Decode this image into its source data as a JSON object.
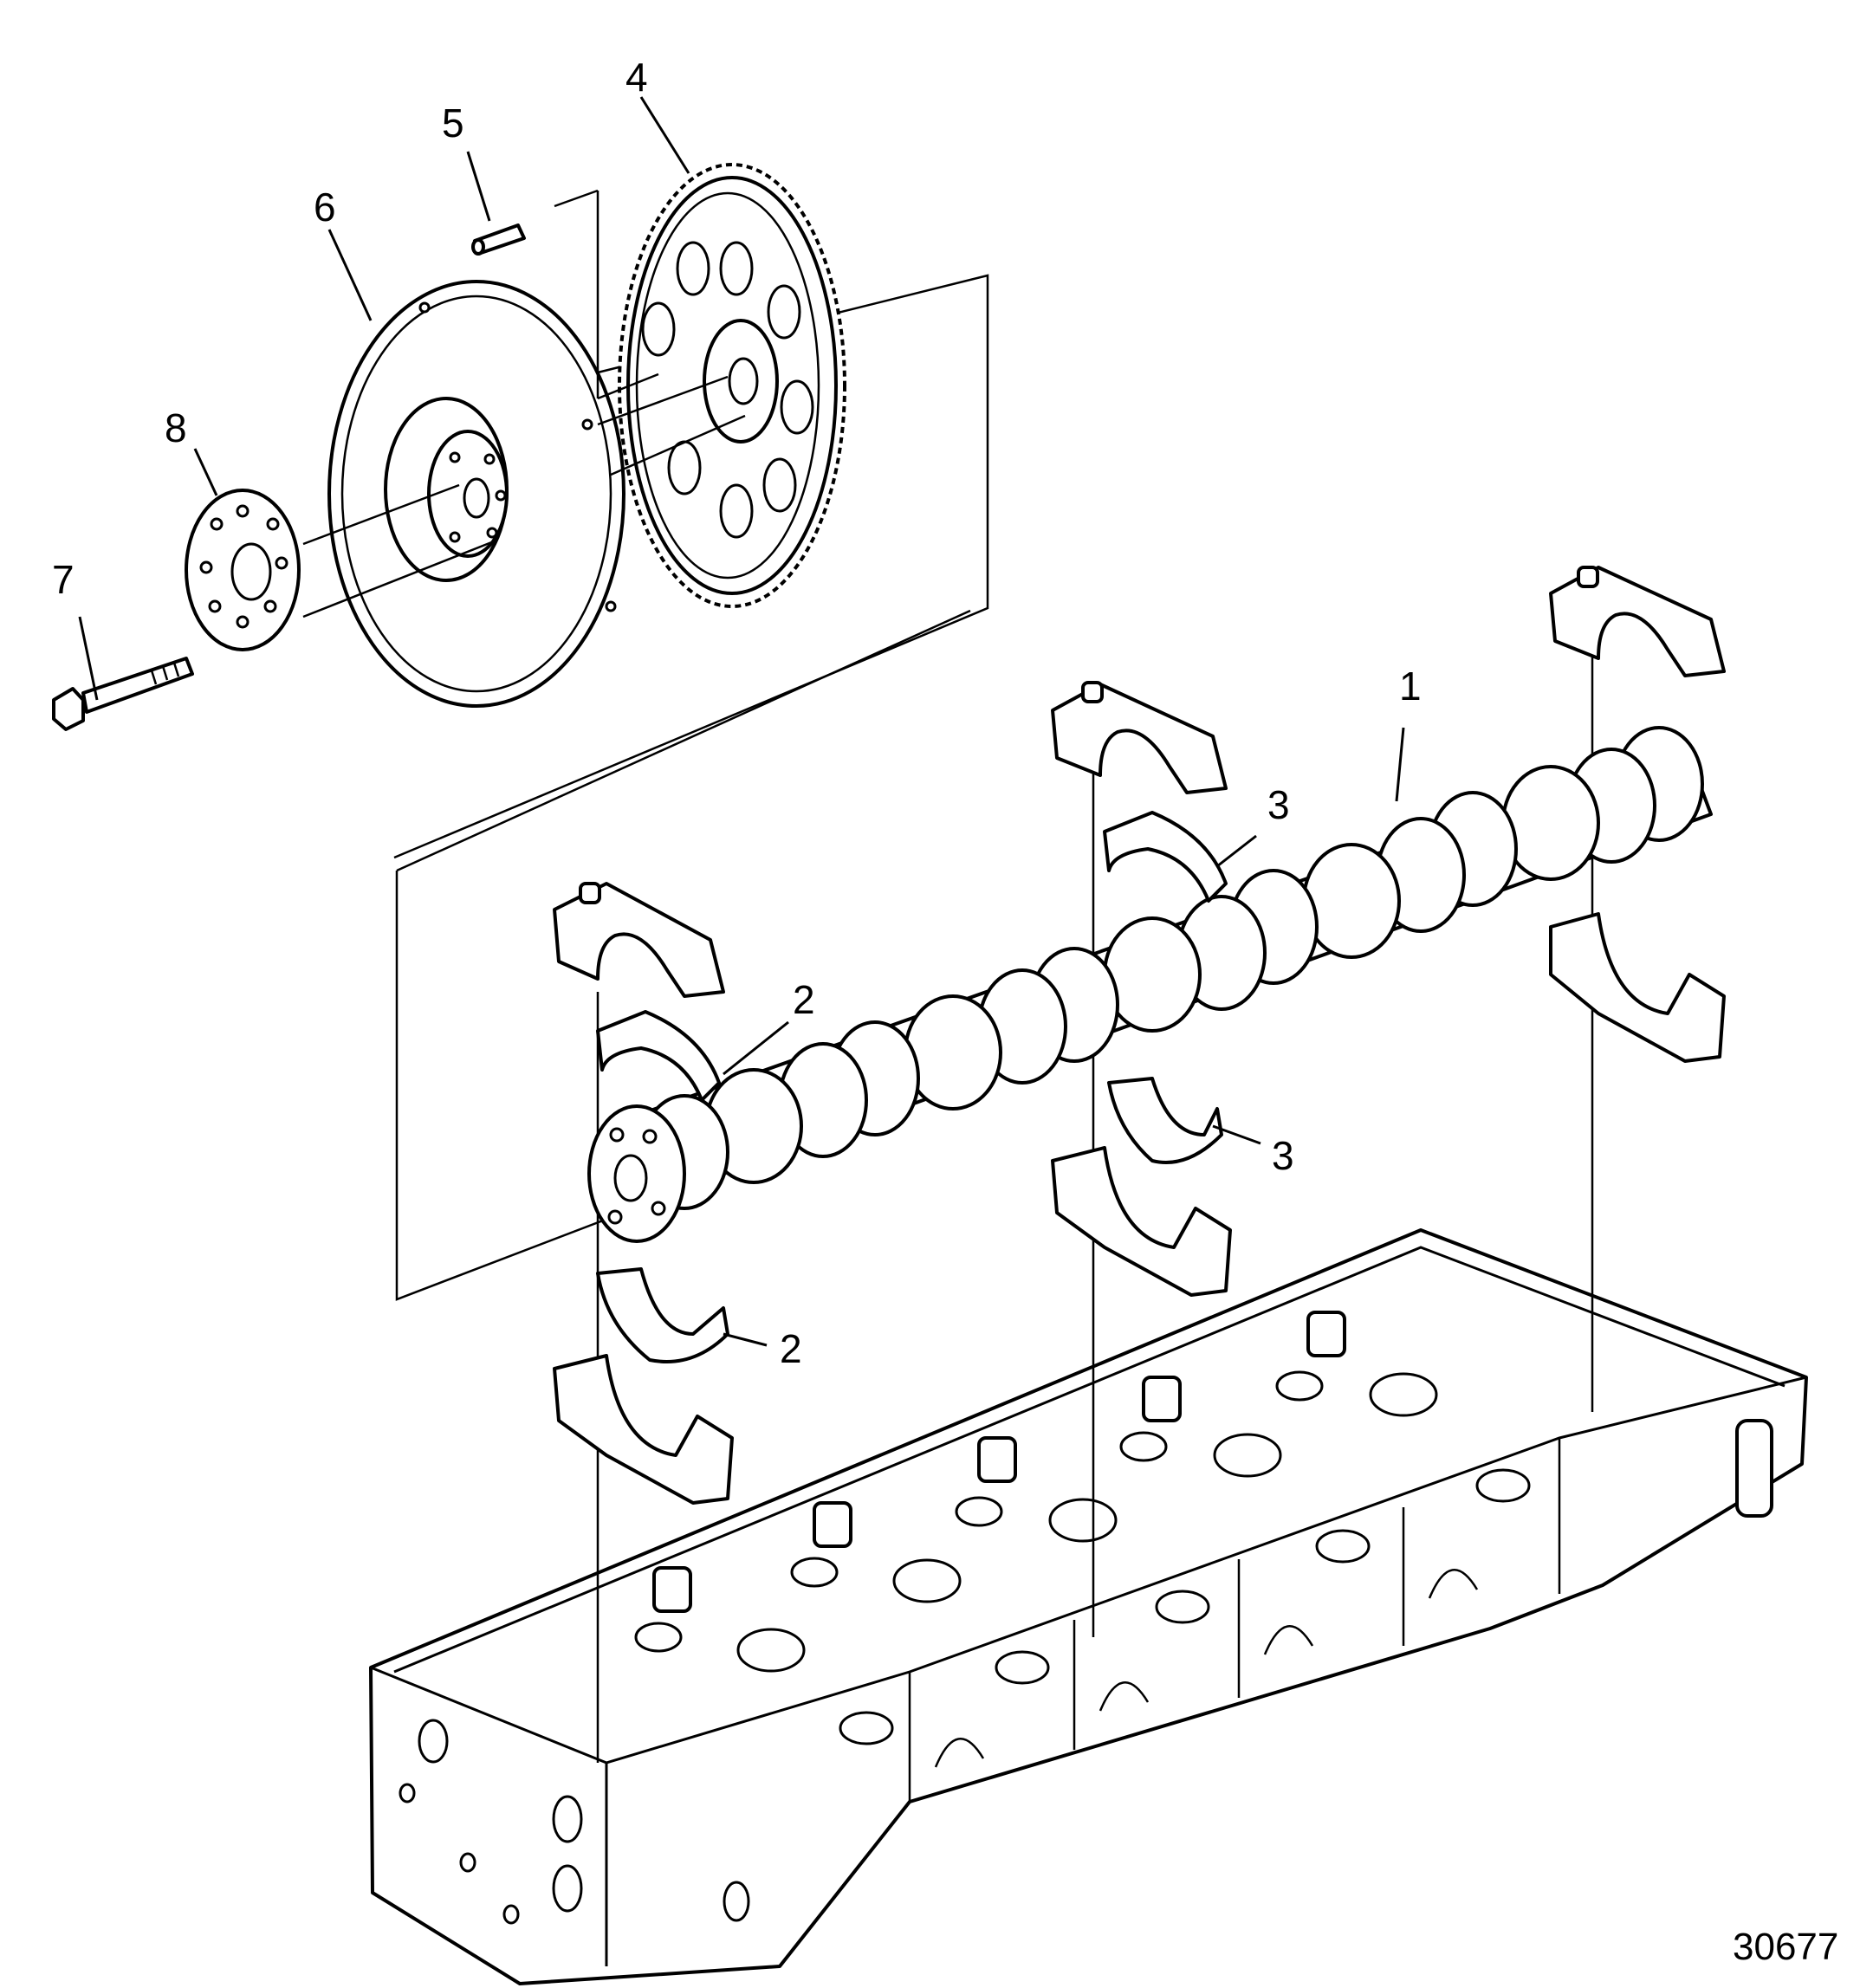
{
  "callouts": {
    "c1": "1",
    "c2a": "2",
    "c2b": "2",
    "c3a": "3",
    "c3b": "3",
    "c4": "4",
    "c5": "5",
    "c6": "6",
    "c7": "7",
    "c8": "8"
  },
  "figure_number": "30677"
}
